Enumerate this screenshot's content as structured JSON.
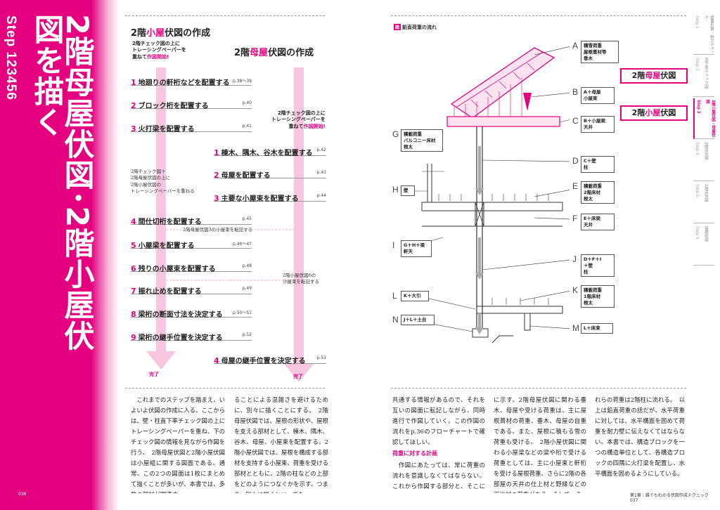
{
  "left": {
    "step_label": "Step 123456",
    "big_title": "2階母屋伏図･2階小屋伏図を描く",
    "page_number": "036",
    "koya_heading": {
      "pre": "2階",
      "pink": "小屋",
      "post": "伏図の作成"
    },
    "koya_note": {
      "line1": "2階チェック図の上に",
      "line2": "トレーシングペーパーを",
      "line3a": "重ねて",
      "line3b": "作図開始!"
    },
    "moya_heading": {
      "pre": "2階",
      "pink": "母屋",
      "post": "伏図の作成"
    },
    "moya_note": {
      "line1": "2階チェック図の上に",
      "line2": "トレーシングペーパーを",
      "line3a": "重ねて",
      "line3b": "作図開始!"
    },
    "koya_steps": [
      {
        "n": "1",
        "t": "地廻りの軒桁などを配置する",
        "p": "p.38〜39"
      },
      {
        "n": "2",
        "t": "ブロック桁を配置する",
        "p": "p.40"
      },
      {
        "n": "3",
        "t": "火打梁を配置する",
        "p": "p.41"
      },
      {
        "n": "4",
        "t": "間仕切桁を配置する",
        "p": "p.45"
      },
      {
        "n": "5",
        "t": "小屋梁を配置する",
        "p": "p.46〜47"
      },
      {
        "n": "6",
        "t": "残りの小屋束を配置する",
        "p": "p.48"
      },
      {
        "n": "7",
        "t": "振れ止めを配置する",
        "p": "p.49"
      },
      {
        "n": "8",
        "t": "梁桁の断面寸法を決定する",
        "p": "p.50〜51"
      },
      {
        "n": "9",
        "t": "梁桁の継手位置を決定する",
        "p": "p.52"
      }
    ],
    "moya_steps": [
      {
        "n": "1",
        "t": "棟木、隅木、谷木を配置する",
        "p": "p.42"
      },
      {
        "n": "2",
        "t": "母屋を配置する",
        "p": "p.43"
      },
      {
        "n": "3",
        "t": "主要な小屋束を配置する",
        "p": "p.44"
      },
      {
        "n": "4",
        "t": "母屋の継手位置を決定する",
        "p": "p.53"
      }
    ],
    "side_note": {
      "l1": "2階チェック図＋",
      "l2": "2階母屋伏図の上に",
      "l3": "2階小屋伏図の",
      "l4": "トレーシングペーパーを重ねる"
    },
    "transfer_note1": "2階母屋伏図3の小屋束を転記する",
    "transfer_note2": {
      "l1": "2階小屋伏図6の",
      "l2": "小屋束を転記する"
    },
    "kanryo": "完了",
    "body1": "　これまでのステップを踏まえ、いよいよ伏図の作成に入る。ここからは、壁・柱直下率チェック図の上にトレーシングペーパーを重ね、下のチェック図の情報を見ながら作図を行う。　2階母屋伏図と2階小屋伏図は小屋組に関する図面である。通常、この2つの図面は1枚にまとめて描くことが多いが、本書では、多数の部材が関連す",
    "body2": "ることによる混雑さを避けるために、別々に描くことにする。　2階母屋伏図では、屋根の形状や、屋根を支える部材として、棟木、隅木、谷木、母屋、小屋束を配置する。2階小屋伏図では、屋根を構成する部材を支持する小屋束、荷重を受ける部材とともに、2階の柱などの上部をどのようにつなぐかを示す。つまり、別々に描くといっても、"
  },
  "right": {
    "fig_tag": "図",
    "fig_title": "鉛直荷重の流れ",
    "footer": "第1章｜誰でもわかる伏図作成テクニック　037",
    "tabs": [
      {
        "st": "Step 1",
        "sn": "壁量計算・耐力チェック",
        "on": false
      },
      {
        "st": "Step 2",
        "sn": "直下率チェック図",
        "on": false
      },
      {
        "st": "Step 3",
        "sn": "2階小屋伏図・母屋伏図",
        "on": true
      },
      {
        "st": "Step 4",
        "sn": "2階床伏図",
        "on": false
      },
      {
        "st": "Step 5",
        "sn": "1階床伏図",
        "on": false
      },
      {
        "st": "Step 6",
        "sn": "基礎伏図",
        "on": false
      }
    ],
    "labels": {
      "A": "A",
      "B": "B",
      "C": "C",
      "D": "D",
      "E": "E",
      "F": "F",
      "G": "G",
      "H": "H",
      "I": "I",
      "J": "J",
      "K": "K",
      "L": "L",
      "M": "M",
      "N": "N"
    },
    "boxes": {
      "A": {
        "l1": "積雪荷重",
        "l2": "屋根葺材等",
        "l3": "垂木"
      },
      "B": {
        "l1": "A＋母屋",
        "l2": "小屋束"
      },
      "C": {
        "l1": "B＋小屋梁",
        "l2": "天井"
      },
      "D": {
        "l1": "C＋壁",
        "l2": "柱"
      },
      "E": {
        "l1": "積載荷重",
        "l2": "2階床材",
        "l3": "根太"
      },
      "F": {
        "l1": "E＋床梁",
        "l2": "天井"
      },
      "G": {
        "l1": "積載荷重",
        "l2": "バルコニー床材",
        "l3": "根太"
      },
      "H": {
        "l1": "壁"
      },
      "I": {
        "l1": "G＋H＋梁",
        "l2": "軒天"
      },
      "J": {
        "l1": "D＋F＋I",
        "l2": "＋壁",
        "l3": "柱"
      },
      "K": {
        "l1": "積載荷重",
        "l2": "1階床材",
        "l3": "根太"
      },
      "L": {
        "l1": "K＋大引"
      },
      "M": {
        "l1": "L＋床束"
      },
      "N": {
        "l1": "J＋L＋土台"
      }
    },
    "moya_box": {
      "pre": "2階",
      "pink": "母屋",
      "post": "伏図"
    },
    "koya_box": {
      "pre": "2階",
      "pink": "小屋",
      "post": "伏図"
    },
    "body1": "共通する情報があるので、それを互いの図面に転記しながら、同時進行で作図していく。この作図の流れをp.36のフローチャートで確認してほしい。",
    "subhead": "荷重に対する計画",
    "body1b": "　作図にあたっては、常に荷重の流れを意識しなくてはならない。これから作図する部分と、そこにかかる荷重を上図",
    "body2": "に示す。2階母屋伏図に関わる垂木、母屋や受ける荷重は、主に屋根葺材の荷重、垂木、母屋の自重である。また、屋根に積もる雪の荷重も受ける。　2階小屋伏図に関わる小屋梁などの梁や桁で受ける荷重としては、主に小屋束と軒桁を受ける屋根荷重、さらに2階の各部屋の天井の仕上材と野縁などの下地材の荷重がある。そして、そ",
    "body3": "れらの荷重は2階柱に流れる。　以上は鉛直荷重の話だが、水平荷重に対しては、水平構面を固めて荷重を耐力壁に伝えなくてはならない。本書では、構造ブロックを一つの構造単位として、各構造ブロックの四隅に火打梁を配置し、水平構面を固めるようにしている。"
  }
}
